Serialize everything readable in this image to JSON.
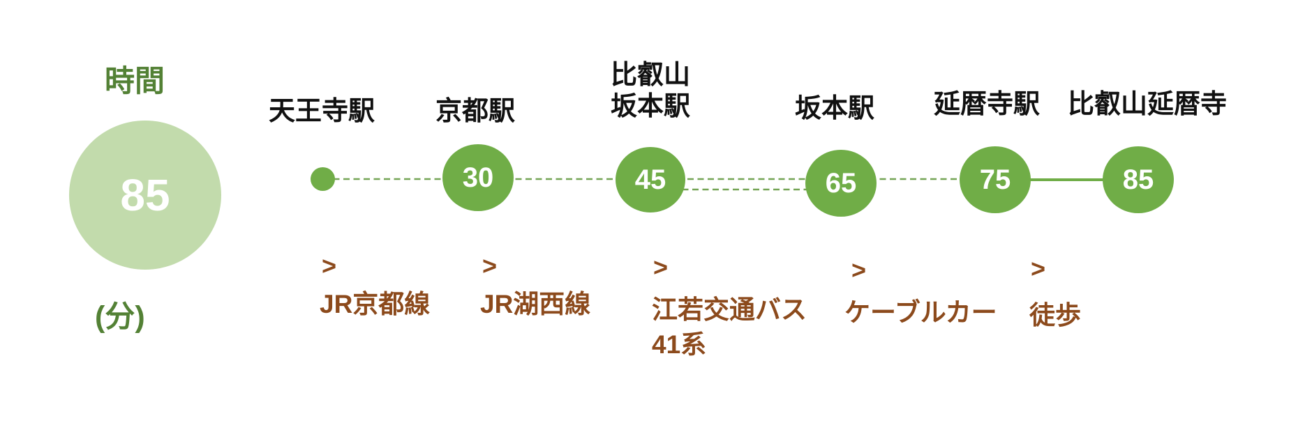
{
  "summary": {
    "label": "時間",
    "value": "85",
    "unit": "(分)"
  },
  "route": {
    "chevron": ">",
    "stations": [
      {
        "name": "天王寺駅",
        "time": ""
      },
      {
        "name": "京都駅",
        "time": "30"
      },
      {
        "name": "比叡山\n坂本駅",
        "time": "45"
      },
      {
        "name": "坂本駅",
        "time": "65"
      },
      {
        "name": "延暦寺駅",
        "time": "75"
      },
      {
        "name": "比叡山延暦寺",
        "time": "85"
      }
    ],
    "segments": [
      {
        "from": "天王寺駅",
        "to": "京都駅",
        "mode": "JR京都線",
        "line_style": "dashed"
      },
      {
        "from": "京都駅",
        "to": "比叡山坂本駅",
        "mode": "JR湖西線",
        "line_style": "dashed"
      },
      {
        "from": "比叡山坂本駅",
        "to": "坂本駅",
        "mode": "江若交通バス\n41系",
        "line_style": "dashed"
      },
      {
        "from": "坂本駅",
        "to": "延暦寺駅",
        "mode": "ケーブルカー",
        "line_style": "dashed"
      },
      {
        "from": "延暦寺駅",
        "to": "比叡山延暦寺",
        "mode": "徒歩",
        "line_style": "solid"
      }
    ]
  },
  "colors": {
    "node_green": "#70AD47",
    "dash_green": "#74A455",
    "light_green": "#C2DBAC",
    "dark_green_text": "#538135",
    "brown_text": "#8C4A1C",
    "station_text": "#111111"
  }
}
